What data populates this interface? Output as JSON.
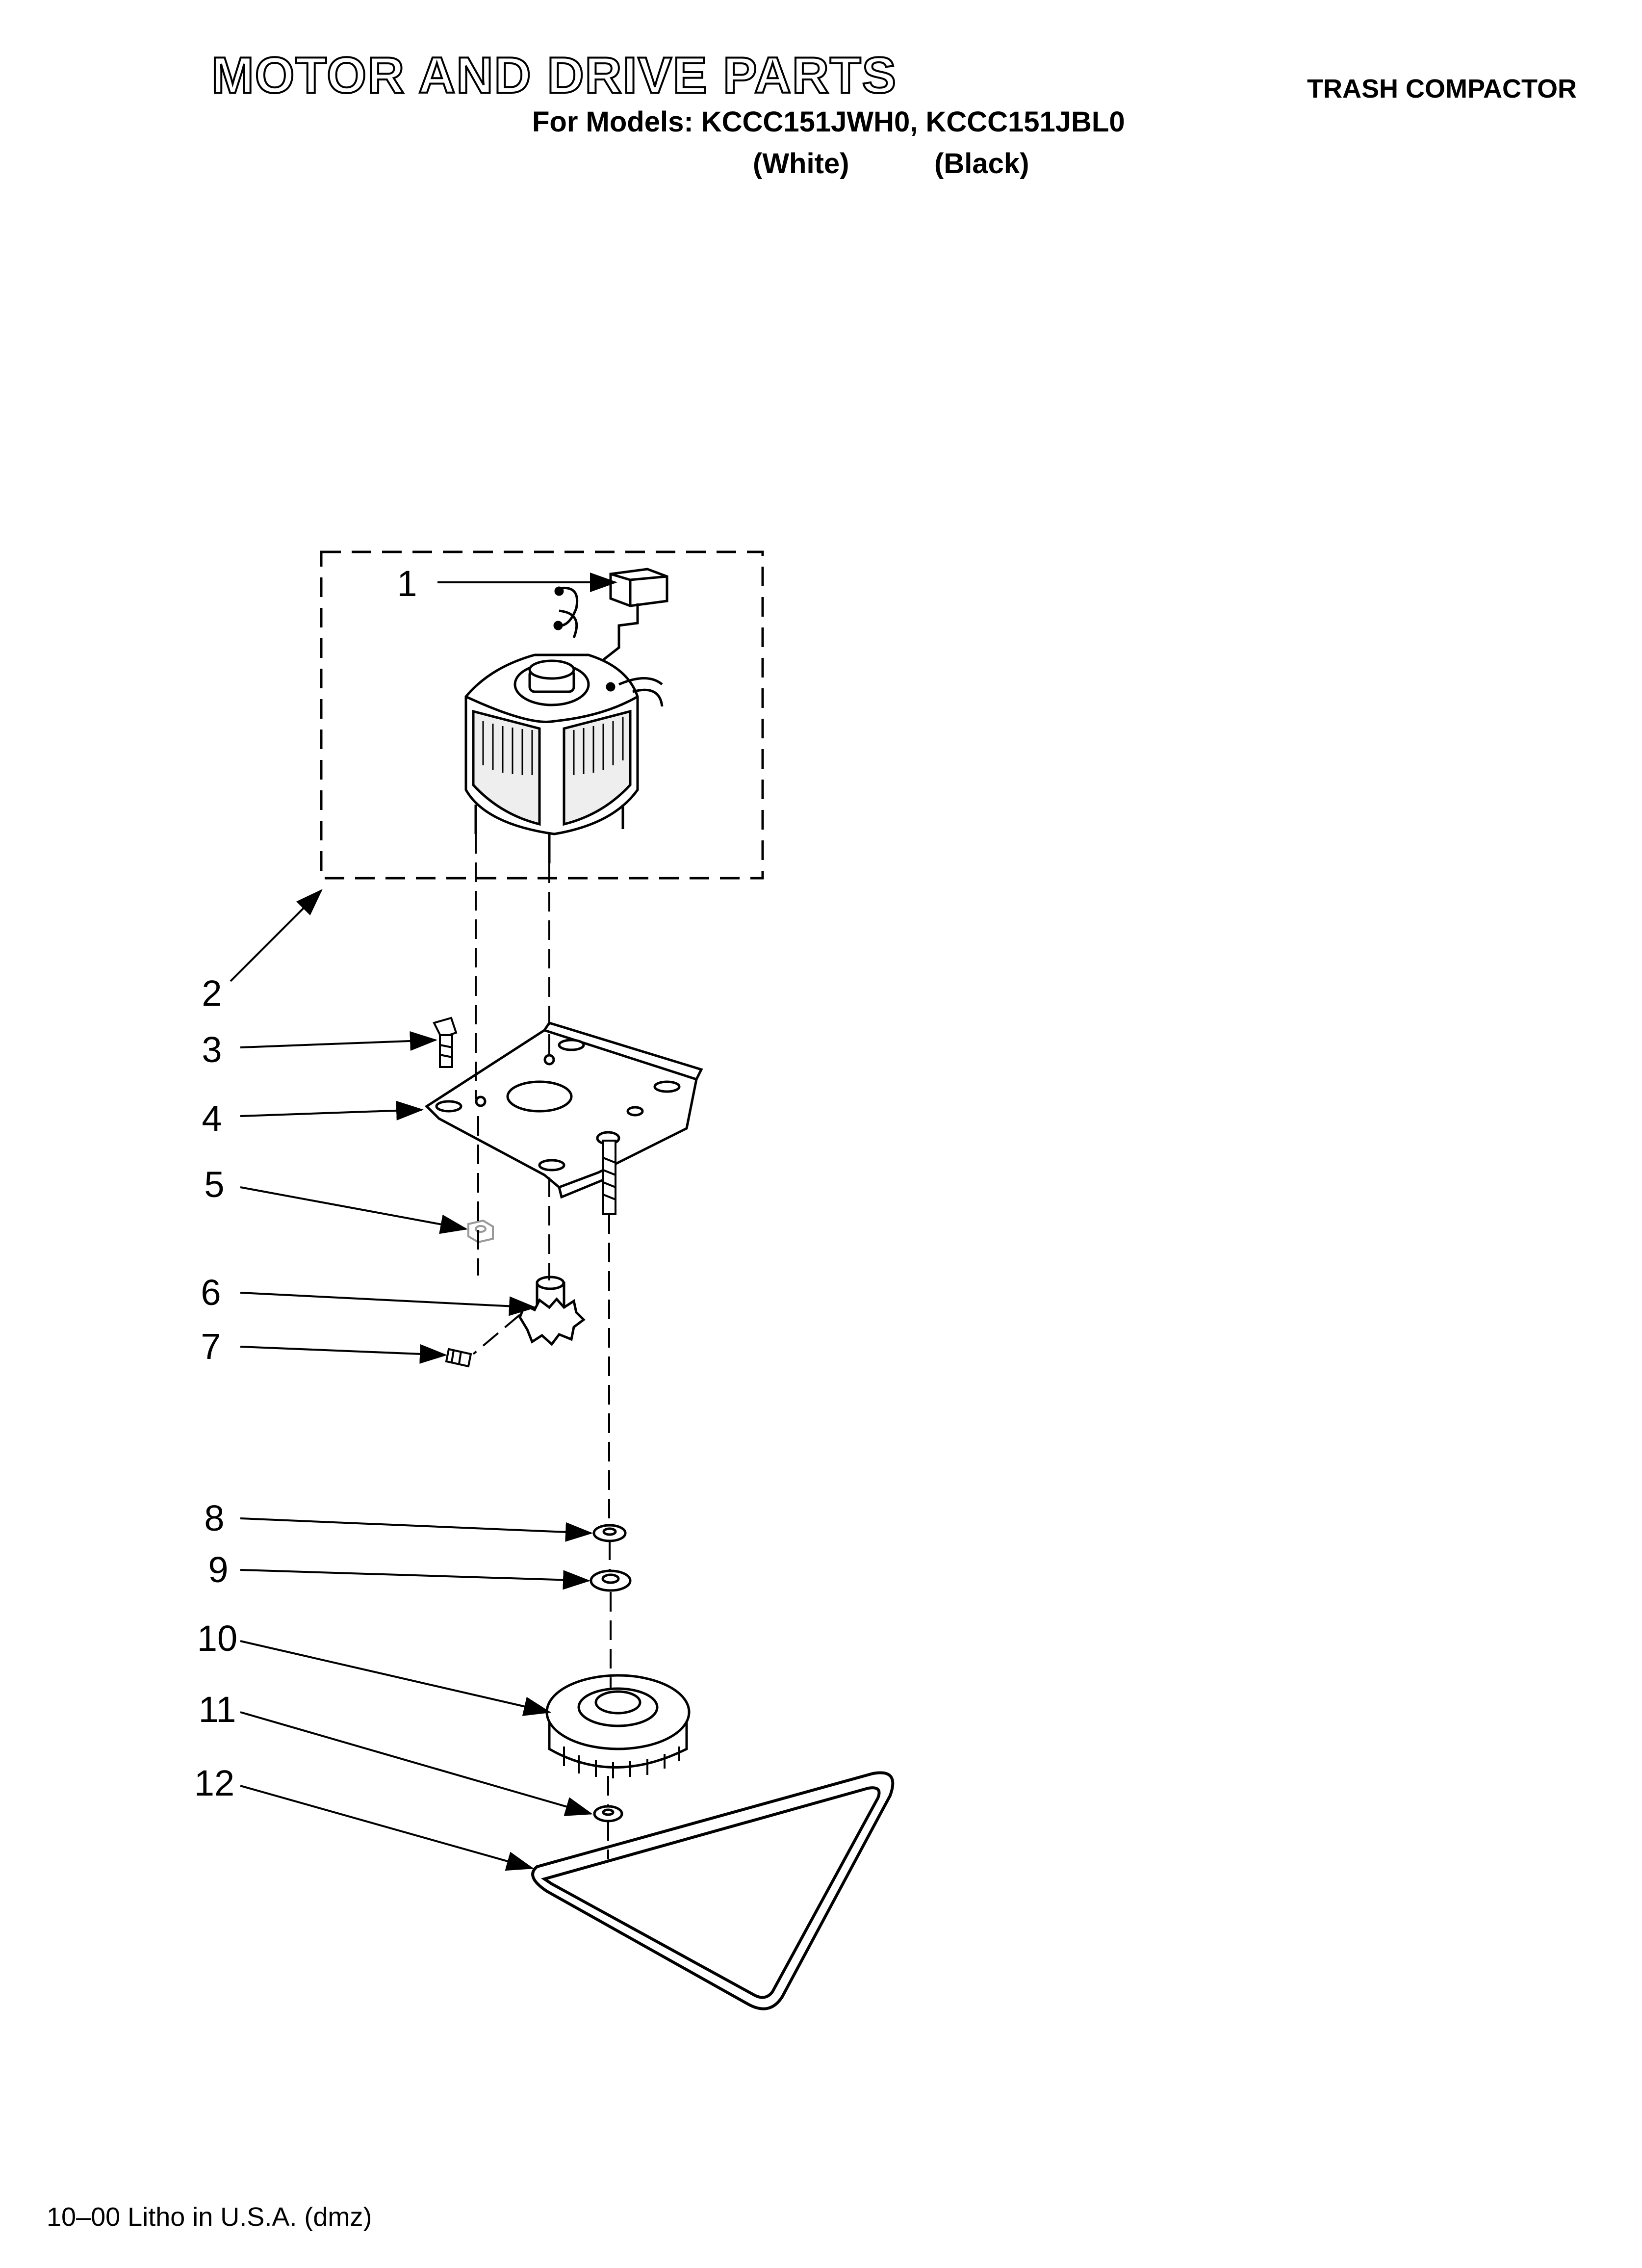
{
  "header": {
    "title": "MOTOR AND DRIVE PARTS",
    "models_line": "For Models: KCCC151JWH0, KCCC151JBL0",
    "color_white": "(White)",
    "color_black": "(Black)",
    "product": "TRASH COMPACTOR"
  },
  "callouts": [
    "1",
    "2",
    "3",
    "4",
    "5",
    "6",
    "7",
    "8",
    "9",
    "10",
    "11",
    "12"
  ],
  "footer": {
    "print_info": "10–00 Litho in U.S.A. (dmz)"
  }
}
